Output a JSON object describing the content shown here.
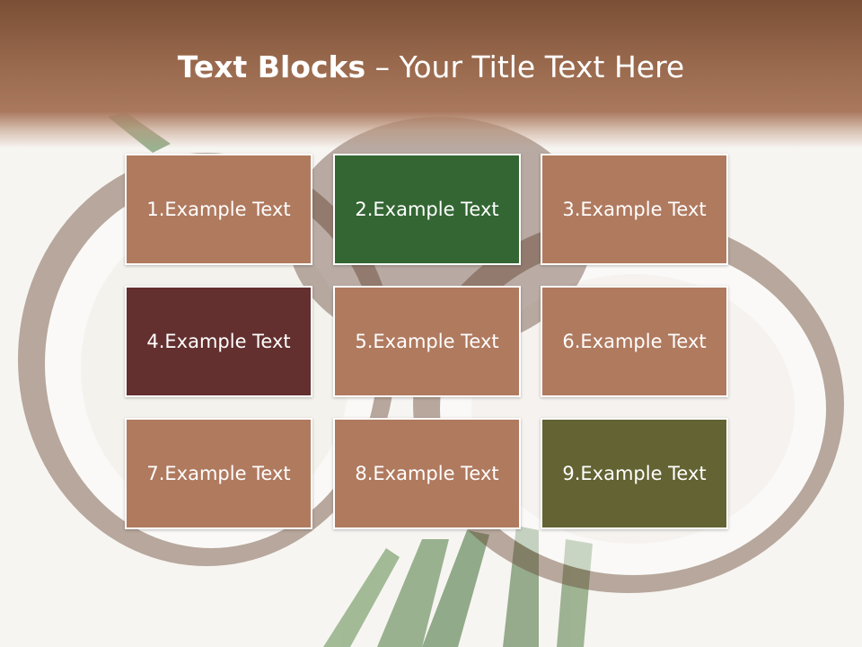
{
  "slide": {
    "title_bold": "Text Blocks",
    "title_sep": " – ",
    "title_rest": "Your Title Text Here"
  },
  "blocks": [
    {
      "label": "1.Example Text",
      "color": "#b07a5f"
    },
    {
      "label": "2.Example Text",
      "color": "#336633"
    },
    {
      "label": "3.Example Text",
      "color": "#b07a5f"
    },
    {
      "label": "4.Example Text",
      "color": "#632f2f"
    },
    {
      "label": "5.Example Text",
      "color": "#b07a5f"
    },
    {
      "label": "6.Example Text",
      "color": "#b07a5f"
    },
    {
      "label": "7.Example Text",
      "color": "#b07a5f"
    },
    {
      "label": "8.Example Text",
      "color": "#b07a5f"
    },
    {
      "label": "9.Example Text",
      "color": "#636333"
    }
  ]
}
